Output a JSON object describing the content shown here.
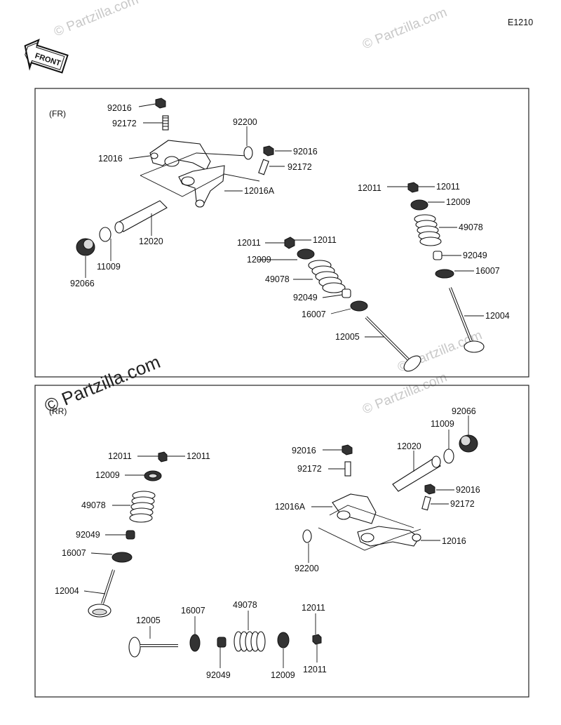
{
  "diagram_code": "E1210",
  "front_label": "FRONT",
  "watermark": "© Partzilla.com",
  "watermark_big": "© Partzilla.com",
  "sections": [
    {
      "id": "fr",
      "label": "(FR)",
      "parts": [
        "92016",
        "92172",
        "92200",
        "92016",
        "92172",
        "12016",
        "12016A",
        "12011",
        "12011",
        "12009",
        "49078",
        "92049",
        "16007",
        "12004",
        "12020",
        "12011",
        "12011",
        "12009",
        "49078",
        "92049",
        "16007",
        "12005",
        "11009",
        "92066"
      ]
    },
    {
      "id": "rr",
      "label": "(RR)",
      "parts": [
        "92066",
        "11009",
        "12020",
        "92016",
        "92172",
        "92016",
        "92172",
        "12016A",
        "12016",
        "92200",
        "12011",
        "12011",
        "12009",
        "49078",
        "92049",
        "16007",
        "12004",
        "12005",
        "16007",
        "49078",
        "12011",
        "92049",
        "12009",
        "12011"
      ]
    }
  ]
}
